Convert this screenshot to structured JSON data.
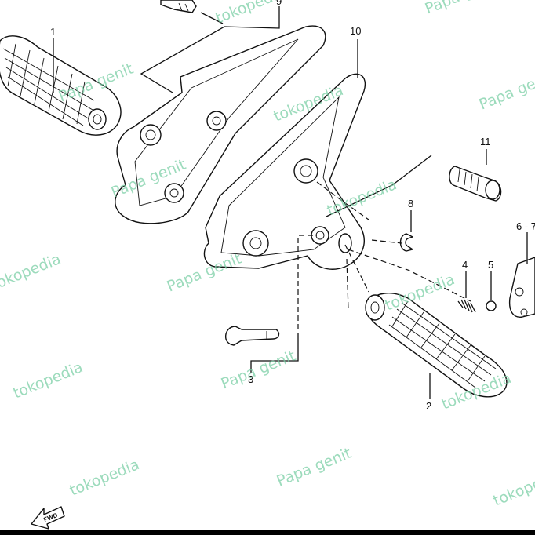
{
  "diagram": {
    "part_labels": {
      "p1": "1",
      "p2": "2",
      "p3": "3",
      "p4": "4",
      "p5": "5",
      "p6_7": "6 - 7",
      "p8": "8",
      "p9": "9",
      "p10": "10",
      "p11": "11"
    },
    "fwd_label": "FWD"
  },
  "watermarks": {
    "tokopedia": "tokopedia",
    "papa_genit": "Papa genit"
  },
  "colors": {
    "watermark": "#7ccfa6",
    "line": "#111111"
  }
}
